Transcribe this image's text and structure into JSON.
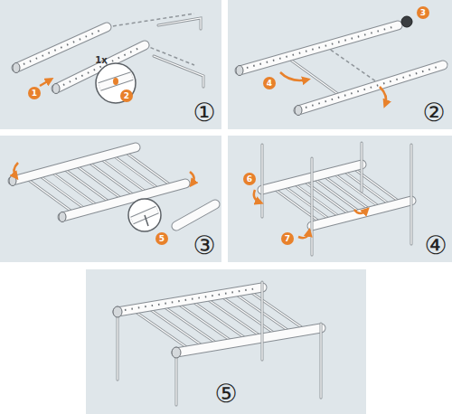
{
  "diagram": {
    "labels": [
      "1x",
      "1",
      "2",
      "①",
      "3",
      "4",
      "②",
      "5",
      "③",
      "6",
      "7",
      "④",
      "⑤"
    ]
  }
}
